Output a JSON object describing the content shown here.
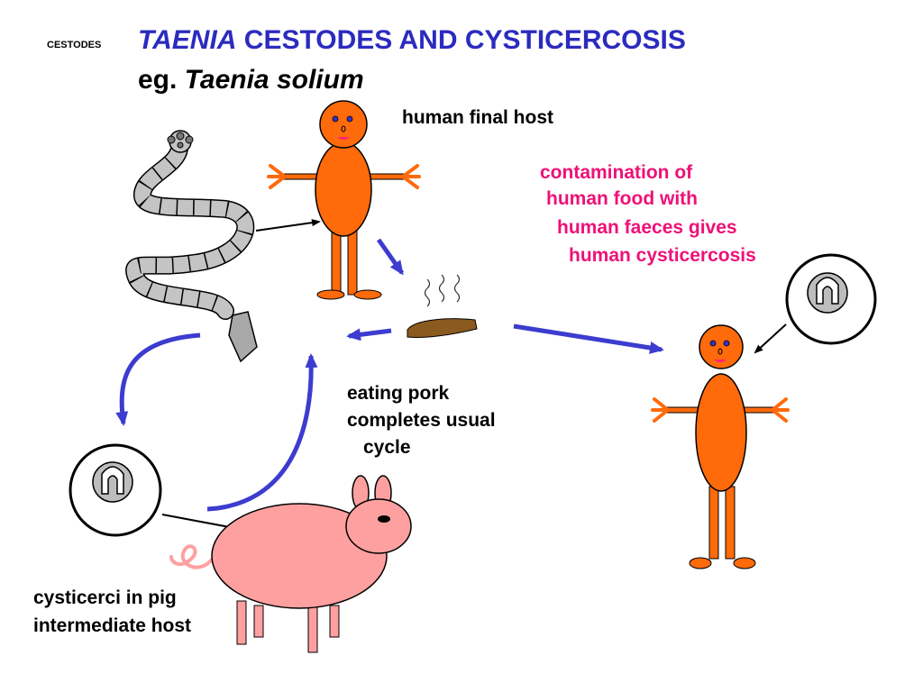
{
  "header": {
    "section_label": "CESTODES",
    "title_italic": "TAENIA",
    "title_rest": " CESTODES AND CYSTICERCOSIS",
    "subtitle_prefix": "eg. ",
    "subtitle_italic": "Taenia solium"
  },
  "labels": {
    "final_host": "human final host",
    "contamination": [
      "contamination of",
      "human food with",
      "human faeces gives",
      "human cysticercosis"
    ],
    "eating_pork": [
      "eating pork",
      "completes usual",
      "cycle"
    ],
    "pig": [
      "cysticerci in pig",
      "intermediate host"
    ]
  },
  "colors": {
    "title_blue": "#2b2bbf",
    "pink_text": "#ee1177",
    "human_orange": "#ff6a0a",
    "arrow_blue": "#3c3cd0",
    "pig_pink": "#ffa0a0",
    "faeces_brown": "#8b5a1e"
  }
}
